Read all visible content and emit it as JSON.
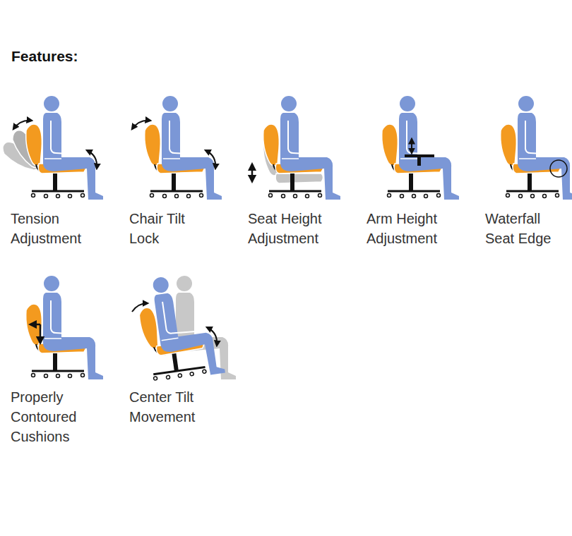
{
  "diagram": {
    "title": "Features:",
    "labels": [
      "Tension Adjustment",
      "Chair Tilt Lock",
      "Seat Height Adjustment",
      "Arm Height Adjustment",
      "Waterfall Seat Edge",
      "Properly Contoured Cushions",
      "Center Tilt Movement"
    ]
  }
}
